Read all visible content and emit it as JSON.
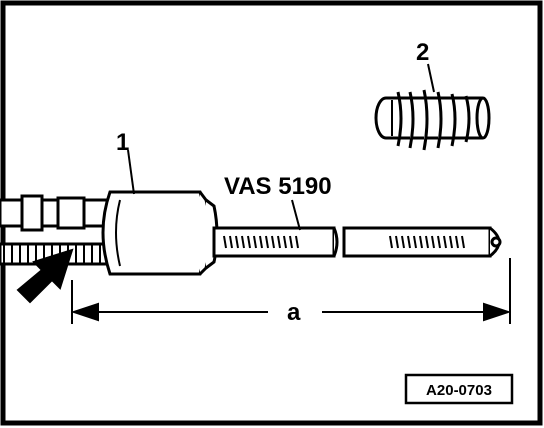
{
  "callouts": {
    "part_1": "1",
    "part_2": "2",
    "tool": "VAS 5190",
    "dimension": "a"
  },
  "figure_id": "A20-0703",
  "colors": {
    "ink": "#000000",
    "paper": "#ffffff"
  }
}
